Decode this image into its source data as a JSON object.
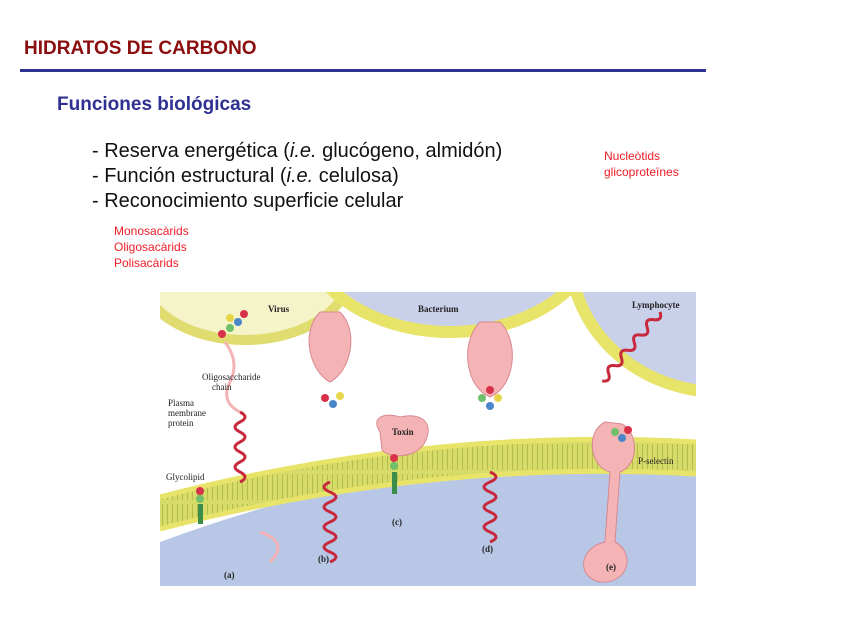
{
  "slide": {
    "title": "HIDRATOS DE CARBONO",
    "subtitle": "Funciones biológicas"
  },
  "bullets": [
    {
      "prefix": "- Reserva energética (",
      "italic": "i.e.",
      "suffix": " glucógeno, almidón)"
    },
    {
      "prefix": "- Función estructural (",
      "italic": "i.e.",
      "suffix": "  celulosa)"
    },
    {
      "prefix": "- Reconocimiento superficie celular",
      "italic": "",
      "suffix": ""
    }
  ],
  "notes_right": [
    "Nucleòtids",
    "glicoproteïnes"
  ],
  "notes_left": [
    "Monosacàrids",
    "Oligosacàrids",
    "Polisacàrids"
  ],
  "figure": {
    "labels": {
      "virus": "Virus",
      "bacterium": "Bacterium",
      "lymphocyte": "Lymphocyte",
      "oligosaccharide_chain_1": "Oligosaccharide",
      "oligosaccharide_chain_2": "chain",
      "plasma_membrane_1": "Plasma",
      "plasma_membrane_2": "membrane",
      "plasma_membrane_3": "protein",
      "glycolipid": "Glycolipid",
      "toxin": "Toxin",
      "p_selectin": "P-selectin",
      "panel_a": "(a)",
      "panel_b": "(b)",
      "panel_c": "(c)",
      "panel_d": "(d)",
      "panel_e": "(e)"
    },
    "colors": {
      "cytoplasm": "#b9c7e6",
      "membrane_yellow": "#e8e46a",
      "membrane_green": "#c2d56a",
      "protein_pink": "#f4b4b6",
      "helix_red": "#c8283c"
    }
  }
}
